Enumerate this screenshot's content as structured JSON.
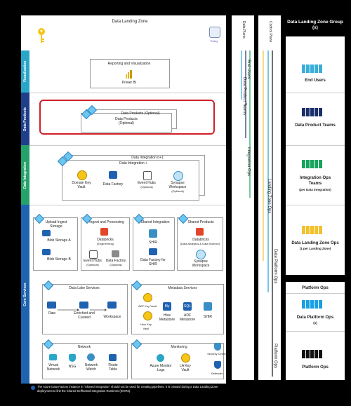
{
  "header": {
    "title": "Data Landing Zone",
    "policy_label": "Policy"
  },
  "right_header": {
    "title": "Data Landing Zone Group (x)"
  },
  "sections": {
    "visualization": "Visualization",
    "data_products": "Data Products",
    "data_integration": "Data Integration",
    "core_services": "Core Services"
  },
  "reporting": {
    "title": "Reporting and Visualization",
    "powerbi": "Power BI"
  },
  "data_products": {
    "outer": "Data Products (Optional)",
    "inner_line1": "Data Products",
    "inner_line2": "(Optional)"
  },
  "data_integration": {
    "outer": "Data Integration n+1",
    "inner": "Data Integration +",
    "keyvault": "Domain Key Vault",
    "factory": "Data Factory",
    "eventhubs": "Event Hubs",
    "eventhubs_opt": "(Optional)",
    "synapse": "Synapse Workspace",
    "synapse_opt": "(Optional)"
  },
  "upload": {
    "title": "Upload Ingest Storage",
    "blob_a": "Blob Storage A",
    "blob_b": "Blob Storage B"
  },
  "ingest": {
    "title": "Ingest and Processing",
    "databricks": "Databricks",
    "databricks_sub": "(Engineering)",
    "eventhubs": "Event Hubs",
    "eventhubs_opt": "(Optional)",
    "factory": "Data Factory",
    "factory_opt": "(Optional)"
  },
  "shared_integration": {
    "title": "Shared Integration",
    "shir": "SHIR",
    "factory": "Data Factory for SHIR"
  },
  "shared_products": {
    "title": "Shared Products",
    "databricks": "Databricks",
    "databricks_sub": "(Data Analytics & Data Science)",
    "synapse": "Synapse Workspace"
  },
  "lake": {
    "title": "Data Lake Services",
    "raw": "Raw",
    "enriched": "Enriched and Curated",
    "workspace": "Workspace"
  },
  "metadata": {
    "title": "Metadata Services",
    "adf_keyvault": "ADF Key Vault",
    "hive_keyvault": "Hive Key Vault",
    "hive_metastore": "Hive Metastore",
    "adf_metastore": "ADF Metastore",
    "shir": "SHIR",
    "my_glyph": "My",
    "sql_glyph": "SQL"
  },
  "network": {
    "title": "Network",
    "vnet": "Virtual Network",
    "nsg": "NSG",
    "watch": "Network Watch",
    "route": "Route Table"
  },
  "monitoring": {
    "title": "Monitoring",
    "azmon": "Azure Monitor Logs",
    "lakv": "LA Key Vault",
    "security": "Security Center",
    "defender": "Defender"
  },
  "planes": {
    "data": "Data Plane",
    "control": "Control Plane"
  },
  "ops_labels": {
    "end_users": "End Users",
    "product_teams": "Data Product Teams",
    "integration_ops": "Integration Ops",
    "landing_zone_ops": "Landing Zone Ops",
    "platform_ops_data": "Data Platform Ops",
    "platform_ops": "Platform Ops"
  },
  "roles": {
    "end_users": "End Users",
    "product_teams": "Data Product Teams",
    "integration_ops": "Integration Ops Teams",
    "integration_ops_sub": "(per Data Integration)",
    "landing_zone_ops": "Data Landing Zone Ops",
    "landing_zone_ops_sub": "(1 per Landing Zone)",
    "platform_ops_header": "Platform Ops",
    "data_platform_ops": "Data Platform Ops",
    "data_platform_ops_sub": "(1)",
    "platform_ops": "Platform Ops"
  },
  "footer": {
    "note": "The Azure Data Factory instance in \"Shared Integration\" should not be used for creating pipelines. It is created during a Data Landing Zone deployment to link the Shared Selfhosted Integration Runtimes (SHIRs)."
  },
  "colors": {
    "visualization": "#2aa6c9",
    "data_products": "#1f3f8a",
    "data_integration": "#25a26b",
    "core_services": "#1e62b0",
    "highlight": "#d0202a",
    "end_users": "#3aaed8",
    "product_teams": "#1b2f6b",
    "integration": "#18a35d",
    "landing_ops": "#f2c12e",
    "platform": "#1aa0e0",
    "black": "#111111"
  }
}
